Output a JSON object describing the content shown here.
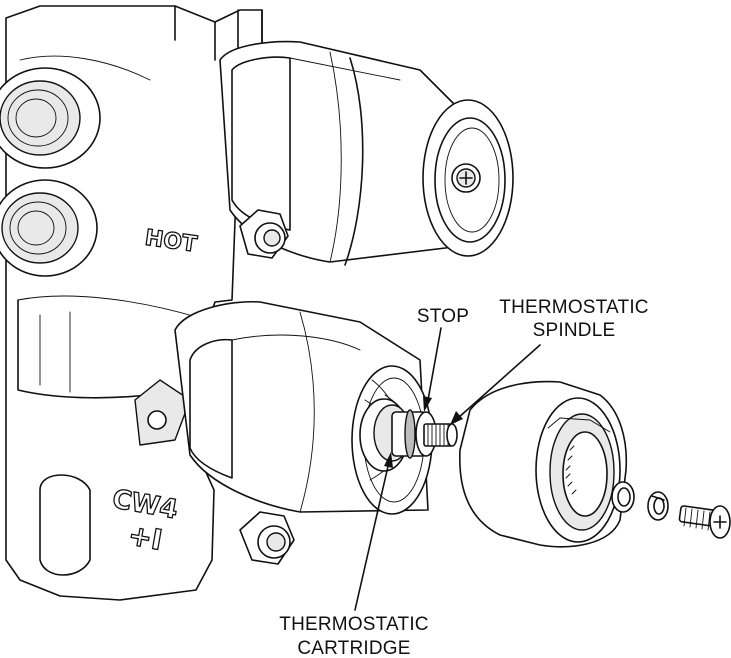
{
  "labels": {
    "stop": "STOP",
    "spindle_line1": "THERMOSTATIC",
    "spindle_line2": "SPINDLE",
    "cartridge_line1": "THERMOSTATIC",
    "cartridge_line2": "CARTRIDGE"
  },
  "embossed": {
    "hot": "HOT",
    "cw_line1": "CW4",
    "cw_line2": "+I"
  }
}
